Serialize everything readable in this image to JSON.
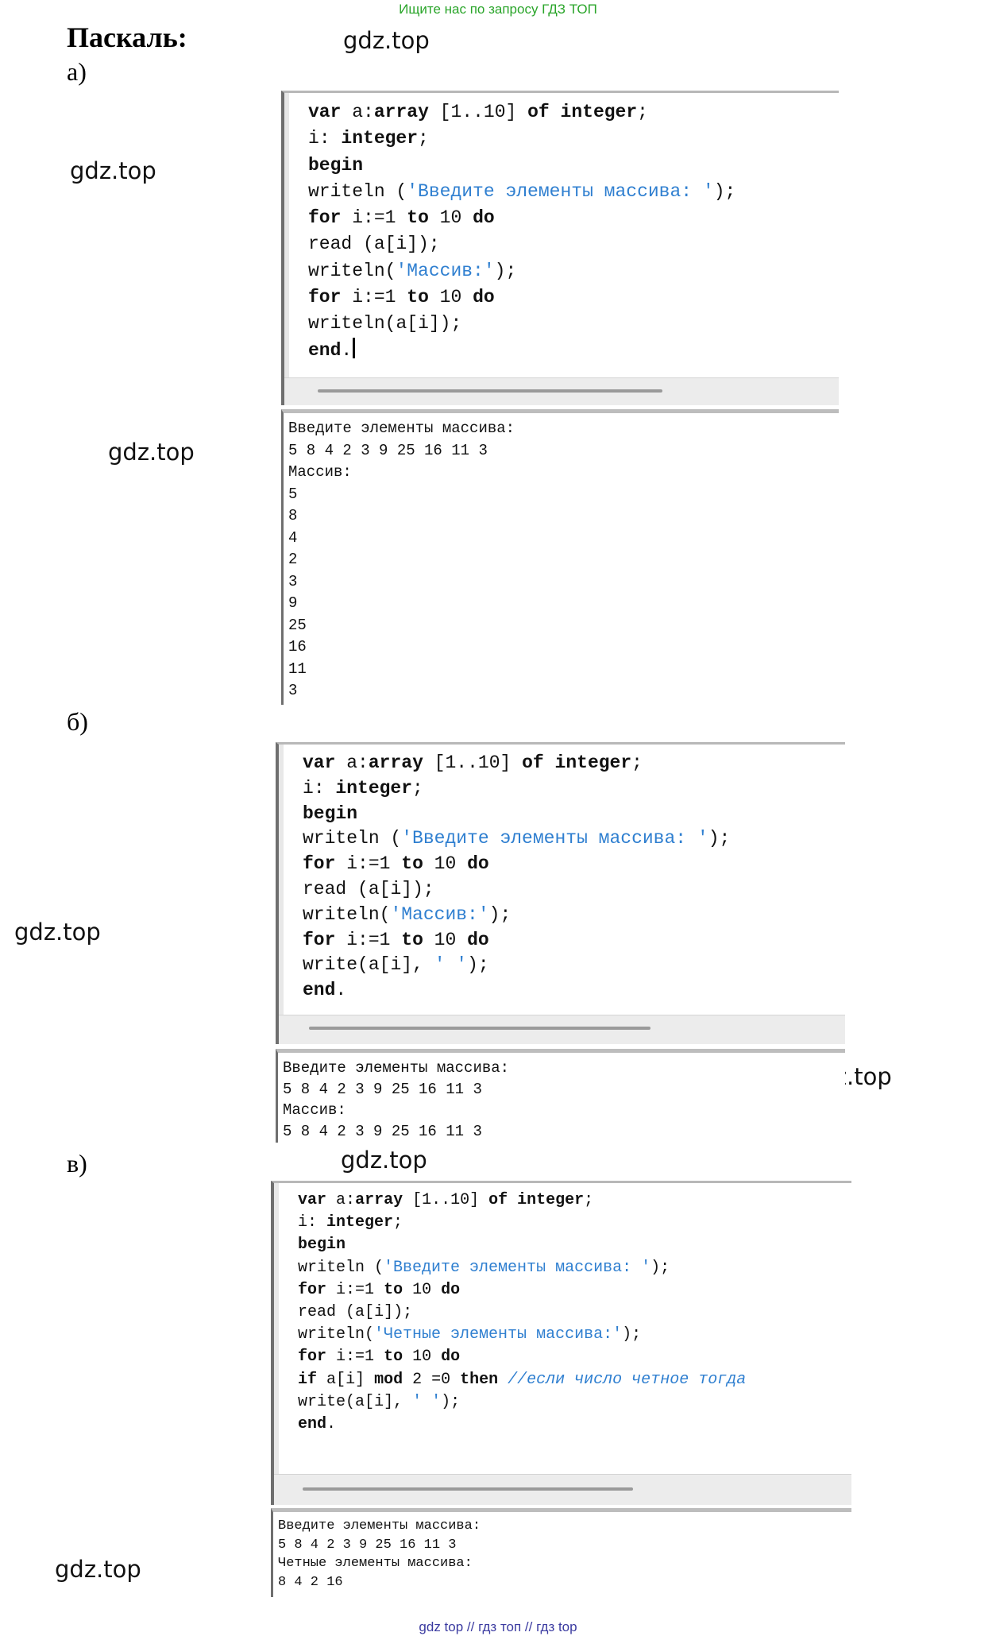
{
  "top_note": "Ищите нас по запросу ГДЗ ТОП",
  "heading": "Паскаль:",
  "watermark": "gdz.top",
  "bottom_note": "gdz top // гдз топ // гдз top",
  "sections": {
    "a": {
      "label": "а)",
      "code": [
        "var a:array [1..10] of integer;",
        "i: integer;",
        "begin",
        "writeln ('Введите элементы массива: ');",
        "for i:=1 to 10 do",
        "read (a[i]);",
        "writeln('Массив:');",
        "for i:=1 to 10 do",
        "writeln(a[i]);",
        "end."
      ],
      "output": [
        "Введите элементы массива:",
        "5 8 4 2 3 9 25 16 11 3",
        "Массив:",
        "5",
        "8",
        "4",
        "2",
        "3",
        "9",
        "25",
        "16",
        "11",
        "3"
      ]
    },
    "b": {
      "label": "б)",
      "code": [
        "var a:array [1..10] of integer;",
        "i: integer;",
        "begin",
        "writeln ('Введите элементы массива: ');",
        "for i:=1 to 10 do",
        "read (a[i]);",
        "writeln('Массив:');",
        "for i:=1 to 10 do",
        "write(a[i], ' ');",
        "end."
      ],
      "output": [
        "Введите элементы массива:",
        "5 8 4 2 3 9 25 16 11 3",
        "Массив:",
        "5 8 4 2 3 9 25 16 11 3"
      ]
    },
    "c": {
      "label": "в)",
      "code": [
        "var a:array [1..10] of integer;",
        "i: integer;",
        "begin",
        "writeln ('Введите элементы массива: ');",
        "for i:=1 to 10 do",
        "read (a[i]);",
        "writeln('Четные элементы массива:');",
        "for i:=1 to 10 do",
        "if a[i] mod 2 =0 then //если число четное тогда",
        "write(a[i], ' ');",
        "end."
      ],
      "output": [
        "Введите элементы массива:",
        "5 8 4 2 3 9 25 16 11 3",
        "Четные элементы массива:",
        "8 4 2 16"
      ]
    }
  }
}
